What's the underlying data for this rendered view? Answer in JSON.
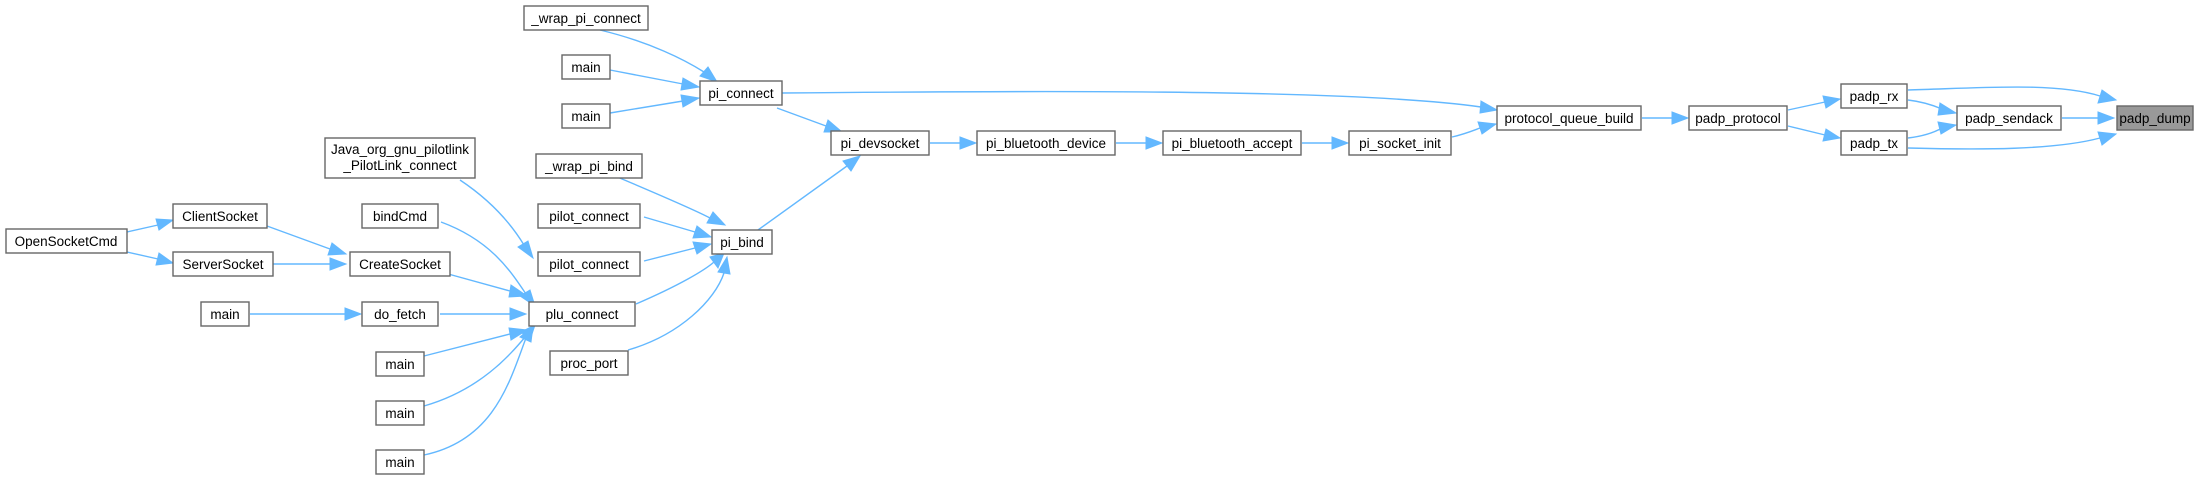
{
  "graph": {
    "nodes": {
      "padp_dump": "padp_dump",
      "padp_rx": "padp_rx",
      "padp_sendack": "padp_sendack",
      "padp_tx": "padp_tx",
      "padp_protocol": "padp_protocol",
      "protocol_queue_build": "protocol_queue_build",
      "pi_socket_init": "pi_socket_init",
      "pi_bluetooth_accept": "pi_bluetooth_accept",
      "pi_bluetooth_device": "pi_bluetooth_device",
      "pi_devsocket": "pi_devsocket",
      "pi_connect": "pi_connect",
      "wrap_pi_connect": "_wrap_pi_connect",
      "main_1": "main",
      "main_2": "main",
      "pi_bind": "pi_bind",
      "wrap_pi_bind": "_wrap_pi_bind",
      "pilot_connect_1": "pilot_connect",
      "pilot_connect_2": "pilot_connect",
      "plu_connect": "plu_connect",
      "proc_port": "proc_port",
      "java_connect_line1": "Java_org_gnu_pilotlink",
      "java_connect_line2": "_PilotLink_connect",
      "bindCmd": "bindCmd",
      "CreateSocket": "CreateSocket",
      "ClientSocket": "ClientSocket",
      "ServerSocket": "ServerSocket",
      "OpenSocketCmd": "OpenSocketCmd",
      "do_fetch": "do_fetch",
      "main_3": "main",
      "main_4": "main",
      "main_5": "main",
      "main_6": "main"
    },
    "colors": {
      "edge": "#63b8ff",
      "node_border": "#666666",
      "root_fill": "#999999"
    }
  }
}
